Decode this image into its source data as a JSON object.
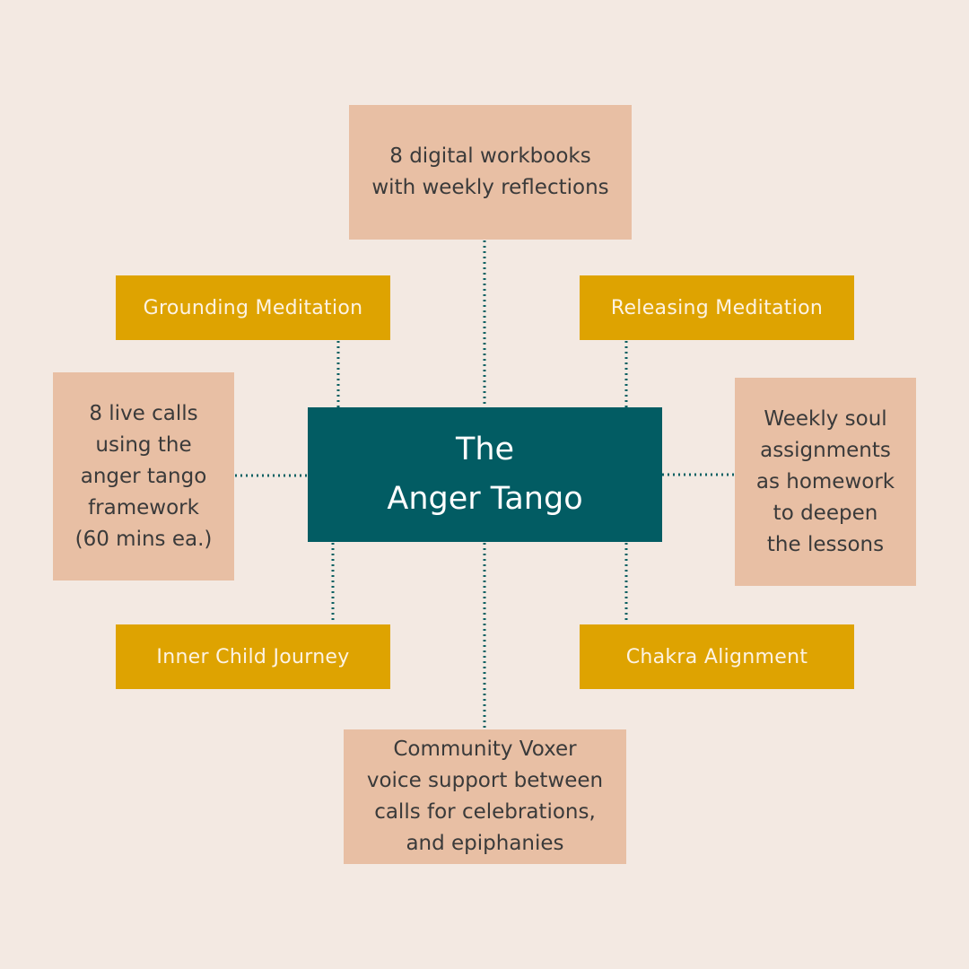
{
  "colors": {
    "background": "#f3e9e2",
    "peach": "#e8bfa4",
    "gold": "#dea301",
    "teal": "#025c63",
    "connector": "#0c6163"
  },
  "center": {
    "lines": [
      "The",
      "Anger Tango"
    ]
  },
  "nodes": {
    "workbooks": {
      "lines": [
        "8 digital workbooks",
        "with weekly reflections"
      ]
    },
    "grounding": {
      "label": "Grounding Meditation"
    },
    "releasing": {
      "label": "Releasing Meditation"
    },
    "live_calls": {
      "lines": [
        "8 live calls",
        "using the",
        "anger tango",
        "framework",
        "(60 mins ea.)"
      ]
    },
    "soul_assignments": {
      "lines": [
        "Weekly soul",
        "assignments",
        "as homework",
        "to deepen",
        "the lessons"
      ]
    },
    "inner_child": {
      "label": "Inner Child Journey"
    },
    "chakra": {
      "label": "Chakra Alignment"
    },
    "voxer": {
      "lines": [
        "Community Voxer",
        "voice support between",
        "calls for celebrations,",
        "and epiphanies"
      ]
    }
  }
}
